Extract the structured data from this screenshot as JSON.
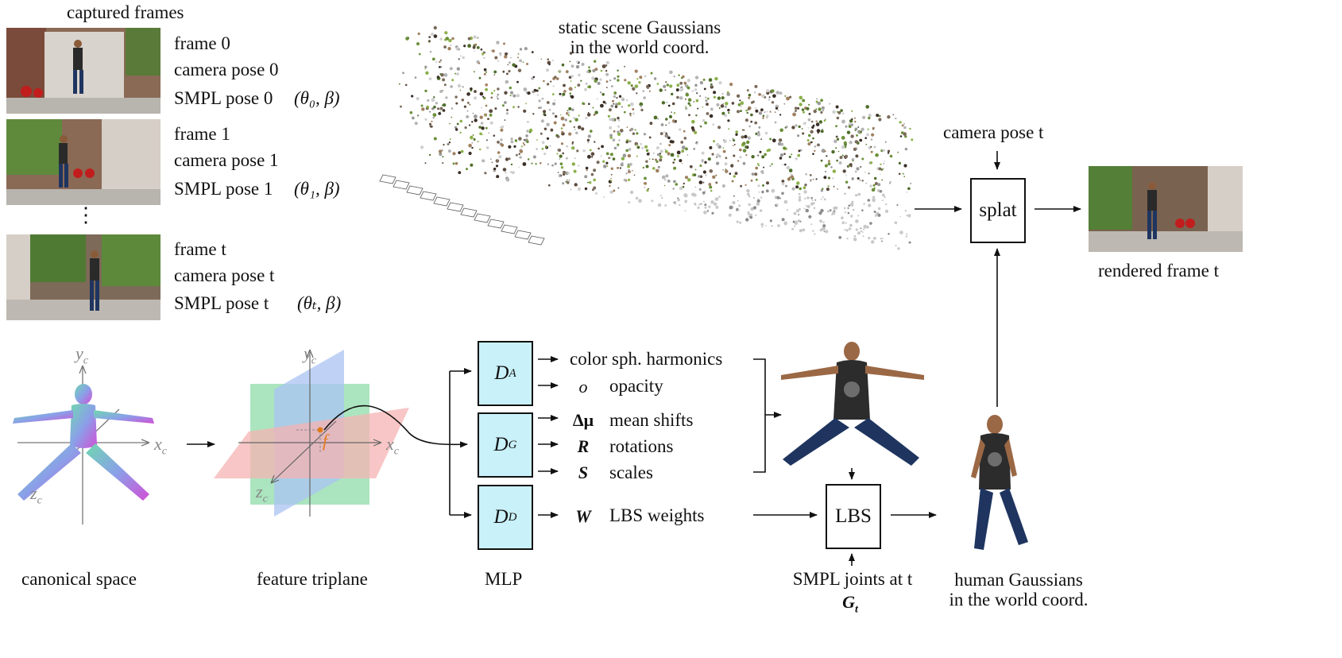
{
  "frames": {
    "header": "captured frames",
    "items": [
      {
        "frame": "frame 0",
        "camera": "camera pose 0",
        "smpl": "SMPL pose 0",
        "params": "(θ₀, β)"
      },
      {
        "frame": "frame 1",
        "camera": "camera pose 1",
        "smpl": "SMPL pose 1",
        "params": "(θ₁, β)"
      },
      {
        "frame": "frame t",
        "camera": "camera pose t",
        "smpl": "SMPL pose t",
        "params": "(θₜ, β)"
      }
    ],
    "ellipsis": "⋮"
  },
  "scene": {
    "label_line1": "static scene Gaussians",
    "label_line2": "in the world coord."
  },
  "camera_pose_label": "camera pose t",
  "splat_label": "splat",
  "rendered_label": "rendered frame t",
  "canonical": {
    "label": "canonical space",
    "y_axis": "y",
    "x_axis": "x",
    "z_axis": "z",
    "sub": "c"
  },
  "triplane": {
    "label": "feature triplane",
    "feature": "f"
  },
  "mlp": {
    "label": "MLP",
    "heads": [
      {
        "name": "D",
        "sub": "A"
      },
      {
        "name": "D",
        "sub": "G"
      },
      {
        "name": "D",
        "sub": "D"
      }
    ]
  },
  "outputs": [
    {
      "symbol": "",
      "label": "color sph. harmonics"
    },
    {
      "symbol": "o",
      "label": "opacity"
    },
    {
      "symbol": "Δμ",
      "label": "mean shifts"
    },
    {
      "symbol": "R",
      "label": "rotations"
    },
    {
      "symbol": "S",
      "label": "scales"
    },
    {
      "symbol": "W",
      "label": "LBS weights"
    }
  ],
  "lbs_label": "LBS",
  "smpl_joints": {
    "line1": "SMPL joints at t",
    "symbol": "G",
    "sub": "t"
  },
  "human": {
    "line1": "human Gaussians",
    "line2": "in the world coord."
  },
  "colors": {
    "mlp_fill": "#c9f1f9",
    "plane_green": "#7ed79c",
    "plane_blue": "#a9c3f3",
    "plane_red": "#f6b3b3",
    "feature_point": "#e07b18"
  }
}
